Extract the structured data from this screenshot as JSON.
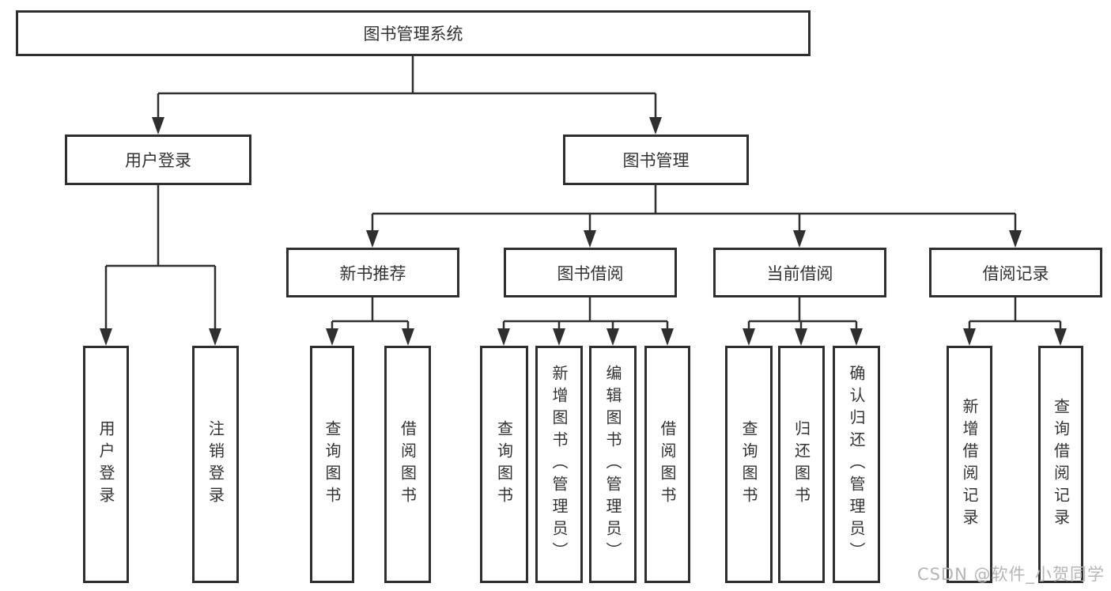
{
  "diagram_title": "图书管理系统",
  "nodes": {
    "root": "图书管理系统",
    "level2": {
      "user_login": "用户登录",
      "book_mgmt": "图书管理"
    },
    "level3": {
      "new_book_rec": "新书推荐",
      "book_borrow": "图书借阅",
      "current_borrow": "当前借阅",
      "borrow_records": "借阅记录"
    },
    "leaves": {
      "user_login_action": "用户登录",
      "logout": "注销登录",
      "rec_query_books": "查询图书",
      "rec_borrow_books": "借阅图书",
      "bb_query_books": "查询图书",
      "bb_add_books": "新增图书（管理员）",
      "bb_edit_books": "编辑图书（管理员）",
      "bb_borrow_books": "借阅图书",
      "cb_query_books": "查询图书",
      "cb_return_books": "归还图书",
      "cb_confirm_return": "确认归还（管理员）",
      "br_add_record": "新增借阅记录",
      "br_query_record": "查询借阅记录"
    }
  },
  "watermark": "CSDN @软件_小贺同学",
  "colors": {
    "line": "#2f2f2f",
    "box_border": "#2f2f2f",
    "text": "#333333",
    "watermark": "#b5b5b5",
    "background": "#ffffff"
  }
}
